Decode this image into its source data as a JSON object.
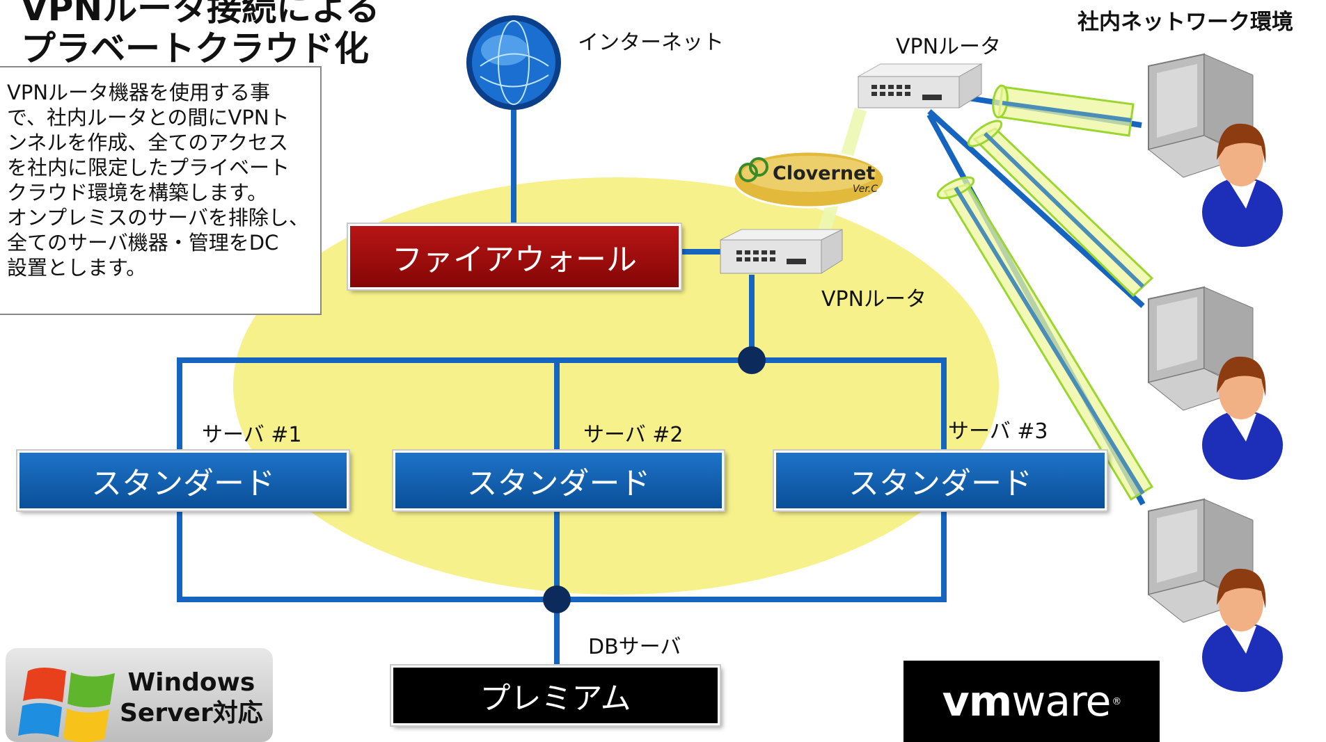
{
  "title": {
    "line1": "VPNルータ接続による",
    "line2": "プラベートクラウド化"
  },
  "corner_title": "社内ネットワーク環境",
  "description": [
    "VPNルータ機器を使用する事",
    "で、社内ルータとの間にVPNト",
    "ンネルを作成、全てのアクセス",
    "を社内に限定したプライベート",
    "クラウド環境を構築します。",
    "オンプレミスのサーバを排除し、",
    "全てのサーバ機器・管理をDC",
    "設置とします。"
  ],
  "labels": {
    "internet": "インターネット",
    "vpn_router_top": "VPNルータ",
    "vpn_router_mid": "VPNルータ",
    "db_server": "DBサーバ"
  },
  "firewall": "ファイアウォール",
  "servers": [
    {
      "label": "サーバ #1",
      "plan": "スタンダード"
    },
    {
      "label": "サーバ #2",
      "plan": "スタンダード"
    },
    {
      "label": "サーバ #3",
      "plan": "スタンダード"
    }
  ],
  "premium": "プレミアム",
  "clovernet": {
    "name": "Clovernet",
    "ver": "Ver.C"
  },
  "windows": {
    "line1": "Windows",
    "line2": "Server対応"
  },
  "vmware": {
    "vm": "vm",
    "ware": "ware"
  },
  "colors": {
    "network_line": "#1565c0",
    "junction": "#0d2a5c",
    "zone": "#f7f28c",
    "tunnel": "#e9f5a3",
    "firewall": "#a50d0d",
    "server_box": "#0d5fae"
  }
}
